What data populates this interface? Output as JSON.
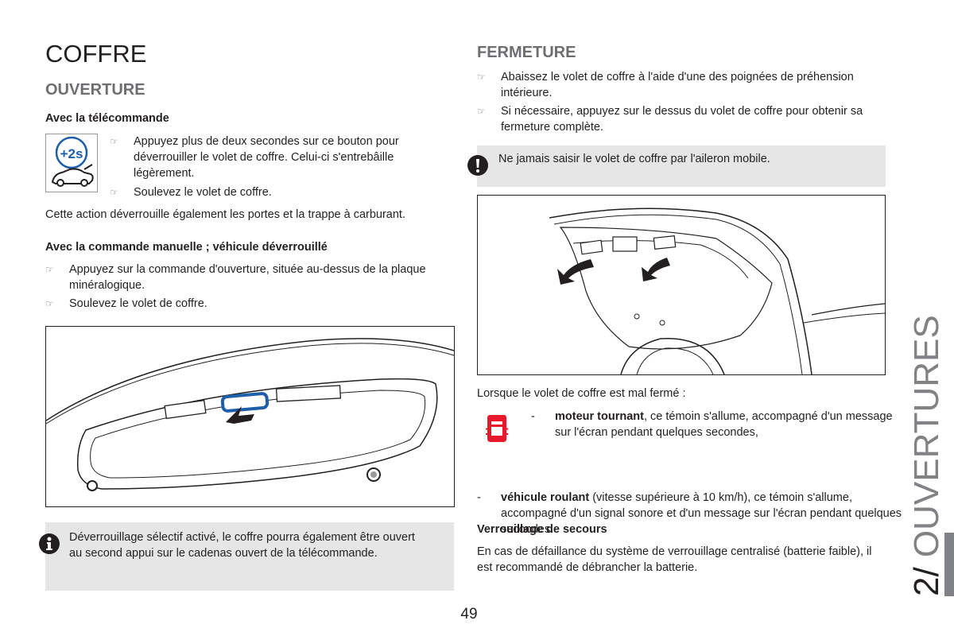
{
  "page": {
    "title": "COFFRE",
    "page_number": "49"
  },
  "side_tab": {
    "number": "2/",
    "label": " OUVERTURES"
  },
  "left": {
    "section": "OUVERTURE",
    "remote": {
      "heading": "Avec la télécommande",
      "icon_label": "+2s",
      "bullets": [
        "Appuyez plus de deux secondes sur ce bouton pour déverrouiller le volet de coffre. Celui-ci s'entrebâille légèrement.",
        "Soulevez le volet de coffre."
      ],
      "note": "Cette action déverrouille également les portes et la trappe à carburant."
    },
    "manual": {
      "heading": "Avec la commande manuelle ; véhicule déverrouillé",
      "bullets": [
        "Appuyez sur la commande d'ouverture, située au-dessus de la plaque minéralogique.",
        "Soulevez le volet de coffre."
      ]
    },
    "info_box": "Déverrouillage sélectif activé, le coffre pourra également être ouvert au second appui sur le cadenas ouvert de la télécommande."
  },
  "right": {
    "section": "FERMETURE",
    "bullets": [
      "Abaissez le volet de coffre à l'aide d'une des poignées de préhension intérieure.",
      "Si nécessaire, appuyez sur le dessus du volet de coffre pour obtenir sa fermeture complète."
    ],
    "warning": "Ne jamais saisir le volet de coffre par l'aileron mobile.",
    "bad_close_intro": "Lorsque le volet de coffre est mal fermé :",
    "engine_running_bold": "moteur tournant",
    "engine_running_text": ", ce témoin s'allume, accompagné d'un message sur l'écran pendant quelques secondes,",
    "vehicle_moving_bold": "véhicule roulant",
    "vehicle_moving_text": " (vitesse supérieure à 10 km/h), ce témoin s'allume, accompagné d'un signal sonore et d'un message sur l'écran pendant quelques secondes.",
    "emergency": {
      "heading": "Verrouillage de secours",
      "text": "En cas de défaillance du système de verrouillage centralisé (batterie faible), il est recommandé de débrancher la batterie."
    }
  },
  "markers": {
    "bullet": "☞",
    "dash": "-"
  },
  "colors": {
    "section_gray": "#6d6e71",
    "box_gray": "#e6e6e7",
    "warning_red": "#e8192c",
    "icon_blue": "#1f5ea8"
  }
}
